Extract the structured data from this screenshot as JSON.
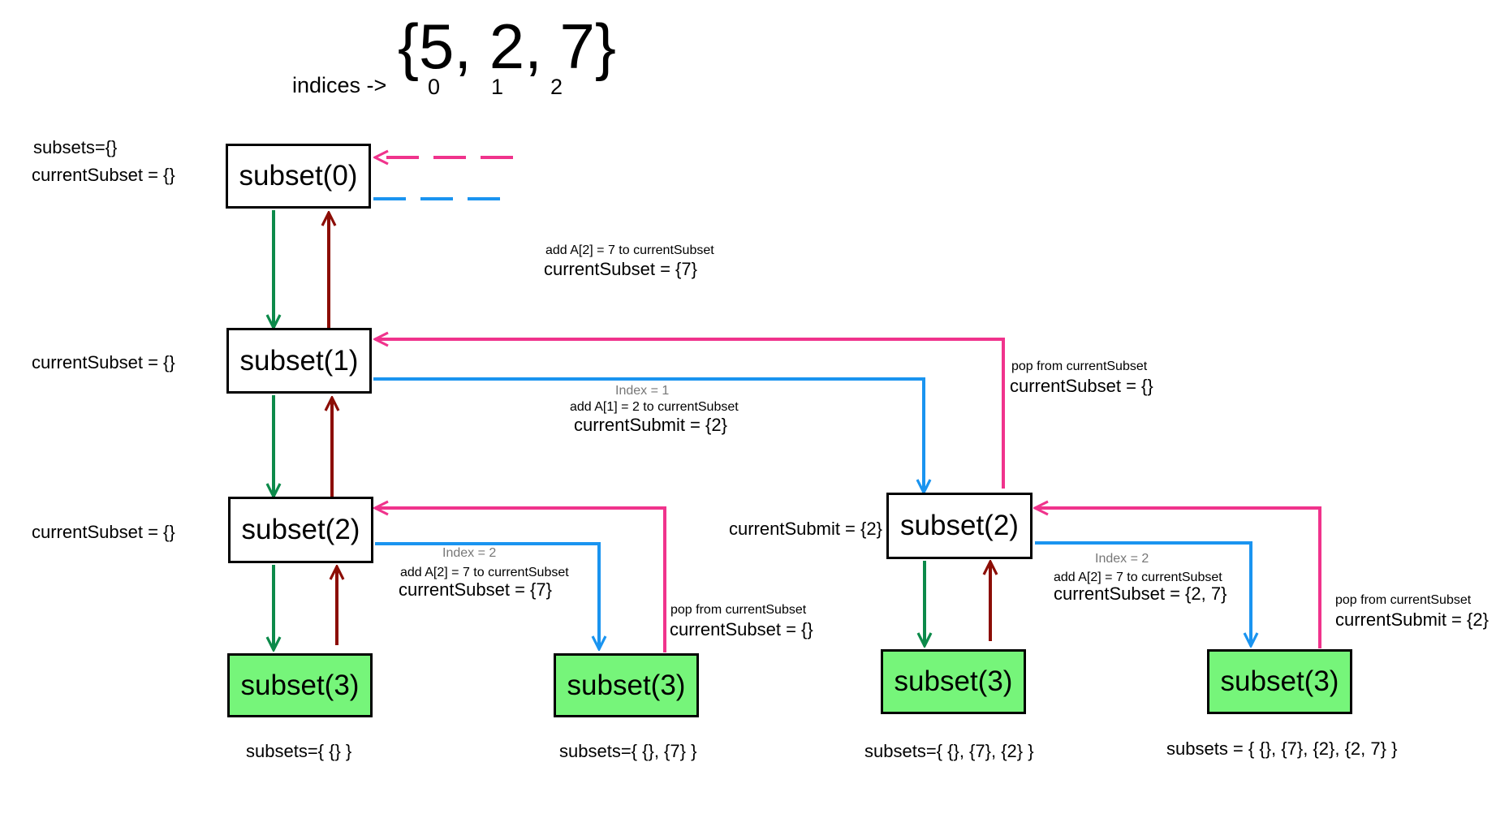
{
  "header": {
    "set": "{5, 2, 7}",
    "indices_label": "indices ->",
    "indices": [
      "0",
      "1",
      "2"
    ]
  },
  "nodes": {
    "n0": "subset(0)",
    "n1": "subset(1)",
    "n2a": "subset(2)",
    "n3a": "subset(3)",
    "n3b": "subset(3)",
    "n2b": "subset(2)",
    "n3c": "subset(3)",
    "n3d": "subset(3)"
  },
  "labels": {
    "subsets_init": "subsets={}",
    "current_0": "currentSubset = {}",
    "current_1": "currentSubset = {}",
    "current_2": "currentSubset = {}",
    "top_add": "add A[2] = 7 to currentSubset",
    "top_current": "currentSubset = {7}",
    "pop1_title": "pop from currentSubset",
    "pop1_current": "currentSubset = {}",
    "mid_index": "Index = 1",
    "mid_add": "add A[1] = 2 to currentSubset",
    "mid_current": "currentSubmit = {2}",
    "left_index": "Index = 2",
    "left_add": "add A[2] = 7 to currentSubset",
    "left_current": "currentSubset = {7}",
    "pop2_title": "pop from currentSubset",
    "pop2_current": "currentSubset = {}",
    "right_side_current": "currentSubmit = {2}",
    "right_index": "Index = 2",
    "right_add": "add A[2] = 7 to currentSubset",
    "right_current": "currentSubset = {2, 7}",
    "pop3_title": "pop from currentSubset",
    "pop3_current": "currentSubmit = {2}",
    "subsets_1": "subsets={ {} }",
    "subsets_2": "subsets={ {}, {7} }",
    "subsets_3": "subsets={ {}, {7}, {2} }",
    "subsets_4": "subsets = { {}, {7}, {2}, {2, 7} }"
  },
  "colors": {
    "green_arrow": "#0c8a4a",
    "red_arrow": "#8c0d05",
    "blue_arrow": "#1a94f0",
    "pink_arrow": "#f0338c",
    "leaf_fill": "#76f57a"
  }
}
